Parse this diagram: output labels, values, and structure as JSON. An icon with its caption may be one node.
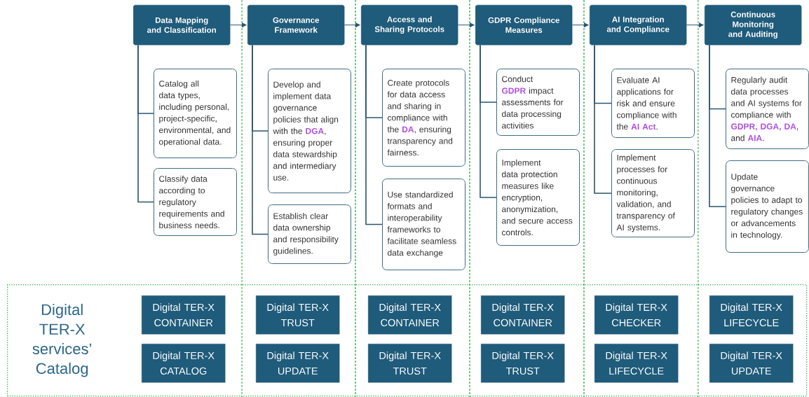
{
  "diagram": {
    "nodes": [
      {
        "text": [
          "Data Mapping and Classification"
        ]
      },
      {
        "text": [
          "Catalog all data types, including personal, project-specific, environmental, and operational data."
        ]
      },
      {
        "text": [
          "Classify data according to regulatory requirements and business needs."
        ]
      },
      {
        "text": [
          "Governance Framework"
        ]
      },
      {
        "text": [
          "Develop and implement data governance policies that align with the **DGA**, ensuring proper data stewardship and intermediary use."
        ]
      },
      {
        "text": [
          "Establish clear data ownership and responsibility guidelines."
        ]
      },
      {
        "text": [
          "Access and Sharing Protocols"
        ]
      },
      {
        "text": [
          "Create protocols for data access and sharing in compliance with the **DA**, ensuring transparency and fairness."
        ]
      },
      {
        "text": [
          "Use standardized formats and interoperability frameworks to facilitate seamless data exchange"
        ]
      },
      {
        "text": [
          "GDPR Compliance Measures"
        ]
      },
      {
        "text": [
          "Conduct **GDPR** impact assessments for data processing activities"
        ]
      },
      {
        "text": [
          "Implement data protection measures like encryption, anonymization, and secure access controls."
        ]
      },
      {
        "text": [
          "AI Integration and Compliance"
        ]
      },
      {
        "text": [
          "Evaluate AI applications for risk and ensure compliance with the **AI Act**."
        ]
      },
      {
        "text": [
          "Implement processes for continuous monitoring, validation, and transparency of AI systems."
        ]
      },
      {
        "text": [
          "Continuous Monitoring and Auditing"
        ]
      },
      {
        "text": [
          "Regularly audit data processes and AI systems for compliance with **GDPR, DGA, DA**, and **AIA**."
        ]
      },
      {
        "text": [
          "Update governance policies to adapt to regulatory changes or advancements in technology."
        ]
      },
      {
        "text": [
          "Digital TER-X services’ Catalog"
        ]
      },
      {
        "text": [
          "Digital TER-X CONTAINER"
        ],
        "in": 18
      },
      {
        "text": [
          "Digital TER-X TRUST"
        ],
        "in": 18
      },
      {
        "text": [
          "Digital TER-X CONTAINER"
        ],
        "in": 18
      },
      {
        "text": [
          "Digital TER-X CONTAINER"
        ],
        "in": 18
      },
      {
        "text": [
          "Digital TER-X CHECKER"
        ],
        "in": 18
      },
      {
        "text": [
          "Digital TER-X LIFECYCLE"
        ],
        "in": 18
      },
      {
        "text": [
          "Digital TER-X CATALOG"
        ],
        "in": 18
      },
      {
        "text": [
          "Digital TER-X UPDATE"
        ],
        "in": 18
      },
      {
        "text": [
          "Digital TER-X TRUST"
        ],
        "in": 18
      },
      {
        "text": [
          "Digital TER-X TRUST"
        ],
        "in": 18
      },
      {
        "text": [
          "Digital TER-X LIFECYCLE"
        ],
        "in": 18
      },
      {
        "text": [
          "Digital TER-X UPDATE"
        ],
        "in": 18
      }
    ],
    "edges": [
      {
        "from": 0,
        "to": 3,
        "arrow": "to"
      },
      {
        "from": 3,
        "to": 6,
        "arrow": "to"
      },
      {
        "from": 6,
        "to": 9,
        "arrow": "to"
      },
      {
        "from": 9,
        "to": 12,
        "arrow": "to"
      },
      {
        "from": 12,
        "to": 15,
        "arrow": "to"
      },
      {
        "from": 0,
        "to": 1,
        "arrow": "none"
      },
      {
        "from": 0,
        "to": 2,
        "arrow": "none"
      },
      {
        "from": 3,
        "to": 4,
        "arrow": "none"
      },
      {
        "from": 3,
        "to": 5,
        "arrow": "none"
      },
      {
        "from": 6,
        "to": 7,
        "arrow": "none"
      },
      {
        "from": 6,
        "to": 8,
        "arrow": "none"
      },
      {
        "from": 9,
        "to": 10,
        "arrow": "none"
      },
      {
        "from": 9,
        "to": 11,
        "arrow": "none"
      },
      {
        "from": 12,
        "to": 13,
        "arrow": "none"
      },
      {
        "from": 12,
        "to": 14,
        "arrow": "none"
      },
      {
        "from": 15,
        "to": 16,
        "arrow": "none"
      },
      {
        "from": 15,
        "to": 17,
        "arrow": "none"
      }
    ]
  }
}
